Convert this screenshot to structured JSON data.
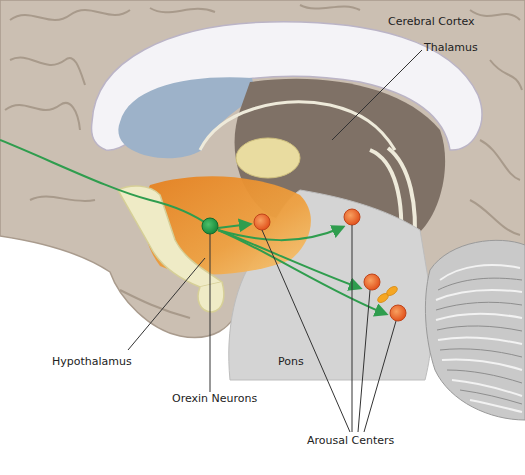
{
  "diagram": {
    "labels": [
      "Cerebral Cortex",
      "Thalamus",
      "Hypothalamus",
      "Pons",
      "Orexin Neurons",
      "Arousal Centers"
    ]
  }
}
